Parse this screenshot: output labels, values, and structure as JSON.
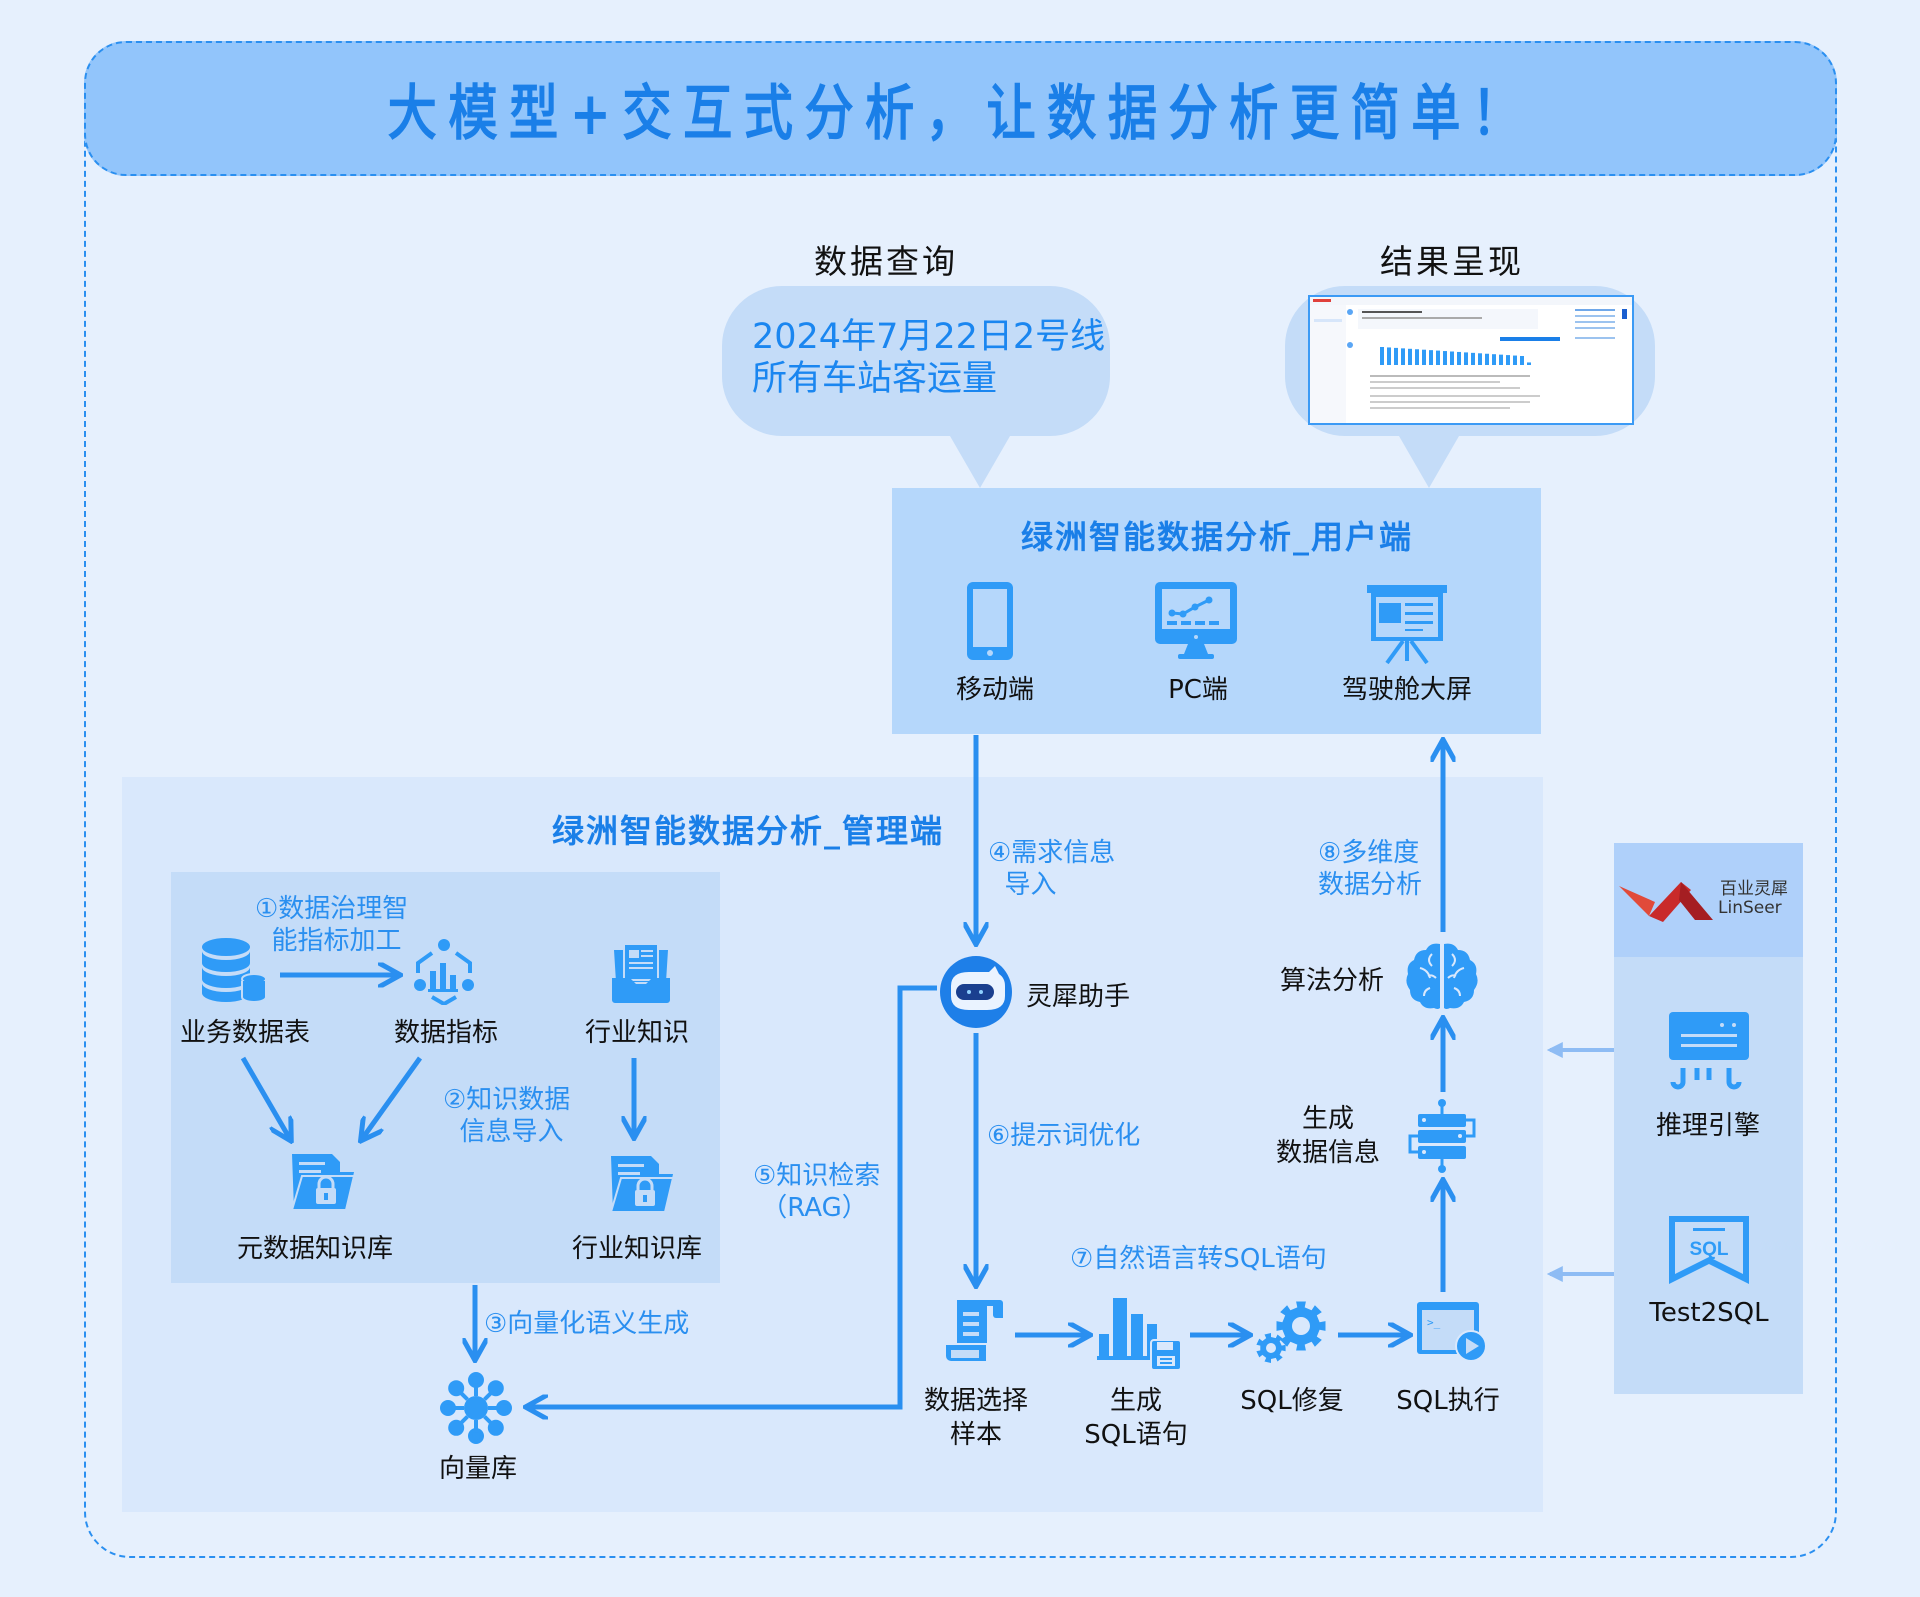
{
  "header": {
    "title": "大模型+交互式分析，让数据分析更简单！"
  },
  "query": {
    "label": "数据查询",
    "text": "2024年7月22日2号线\n所有车站客运量"
  },
  "result": {
    "label": "结果呈现",
    "thumbnail_alt": "analysis-result-screenshot"
  },
  "user_end": {
    "title": "绿洲智能数据分析_用户端",
    "clients": [
      {
        "label": "移动端",
        "icon": "mobile-phone-icon"
      },
      {
        "label": "PC端",
        "icon": "desktop-monitor-icon"
      },
      {
        "label": "驾驶舱大屏",
        "icon": "presentation-board-icon"
      }
    ]
  },
  "mgmt_end": {
    "title": "绿洲智能数据分析_管理端",
    "nodes": {
      "business_tables": "业务数据表",
      "data_metrics": "数据指标",
      "industry_knowledge": "行业知识",
      "metadata_kb": "元数据知识库",
      "industry_kb": "行业知识库",
      "vector_db": "向量库",
      "assistant": "灵犀助手",
      "data_sample": "数据选择\n样本",
      "gen_sql": "生成\nSQL语句",
      "sql_fix": "SQL修复",
      "sql_exec": "SQL执行",
      "gen_data_info": "生成\n数据信息",
      "algo_analysis": "算法分析"
    },
    "steps": {
      "s1": "①数据治理智\n  能指标加工",
      "s2": "②知识数据\n  信息导入",
      "s3": "③向量化语义生成",
      "s4": "④需求信息\n  导入",
      "s5": "⑤知识检索\n （RAG）",
      "s6": "⑥提示词优化",
      "s7": "⑦自然语言转SQL语句",
      "s8": "⑧多维度\n数据分析"
    }
  },
  "linseer": {
    "brand_cn": "百业灵犀",
    "brand_en": "LinSeer",
    "items": [
      {
        "label": "推理引擎",
        "icon": "inference-engine-icon"
      },
      {
        "label": "Test2SQL",
        "icon": "sql-ribbon-icon"
      }
    ]
  },
  "colors": {
    "accent": "#2a8ff0",
    "title": "#1a7fe8",
    "icon": "#2f9bf7",
    "logo_red": "#d42b2b"
  }
}
